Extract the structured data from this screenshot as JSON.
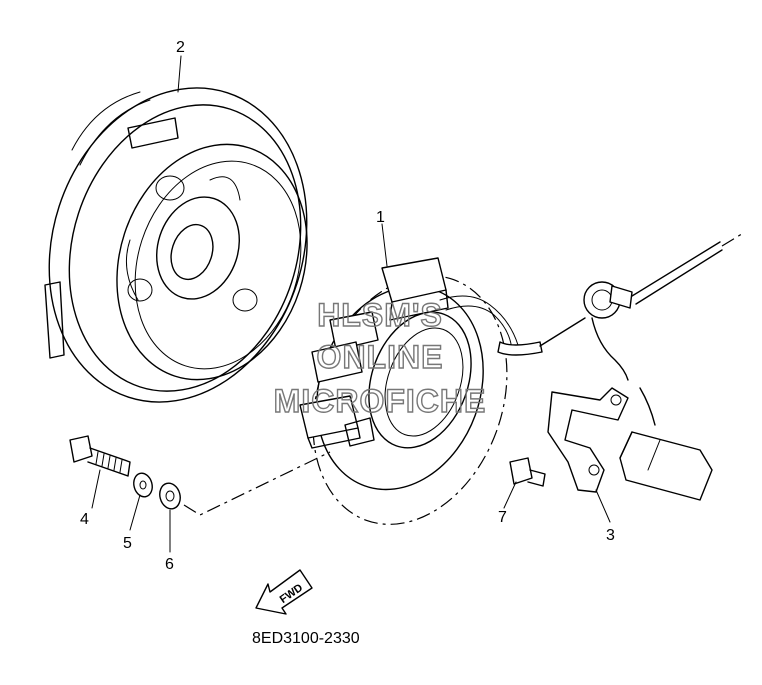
{
  "callouts": {
    "c1": "1",
    "c2": "2",
    "c3": "3",
    "c4": "4",
    "c5": "5",
    "c6": "6",
    "c7": "7"
  },
  "watermark": {
    "line1": "HLSM'S",
    "line2": "ONLINE",
    "line3": "MICROFICHE"
  },
  "fwd_label": "FWD",
  "figure_code": "8ED3100-2330",
  "colors": {
    "line": "#000000",
    "background": "#ffffff",
    "watermark": "#777777"
  }
}
